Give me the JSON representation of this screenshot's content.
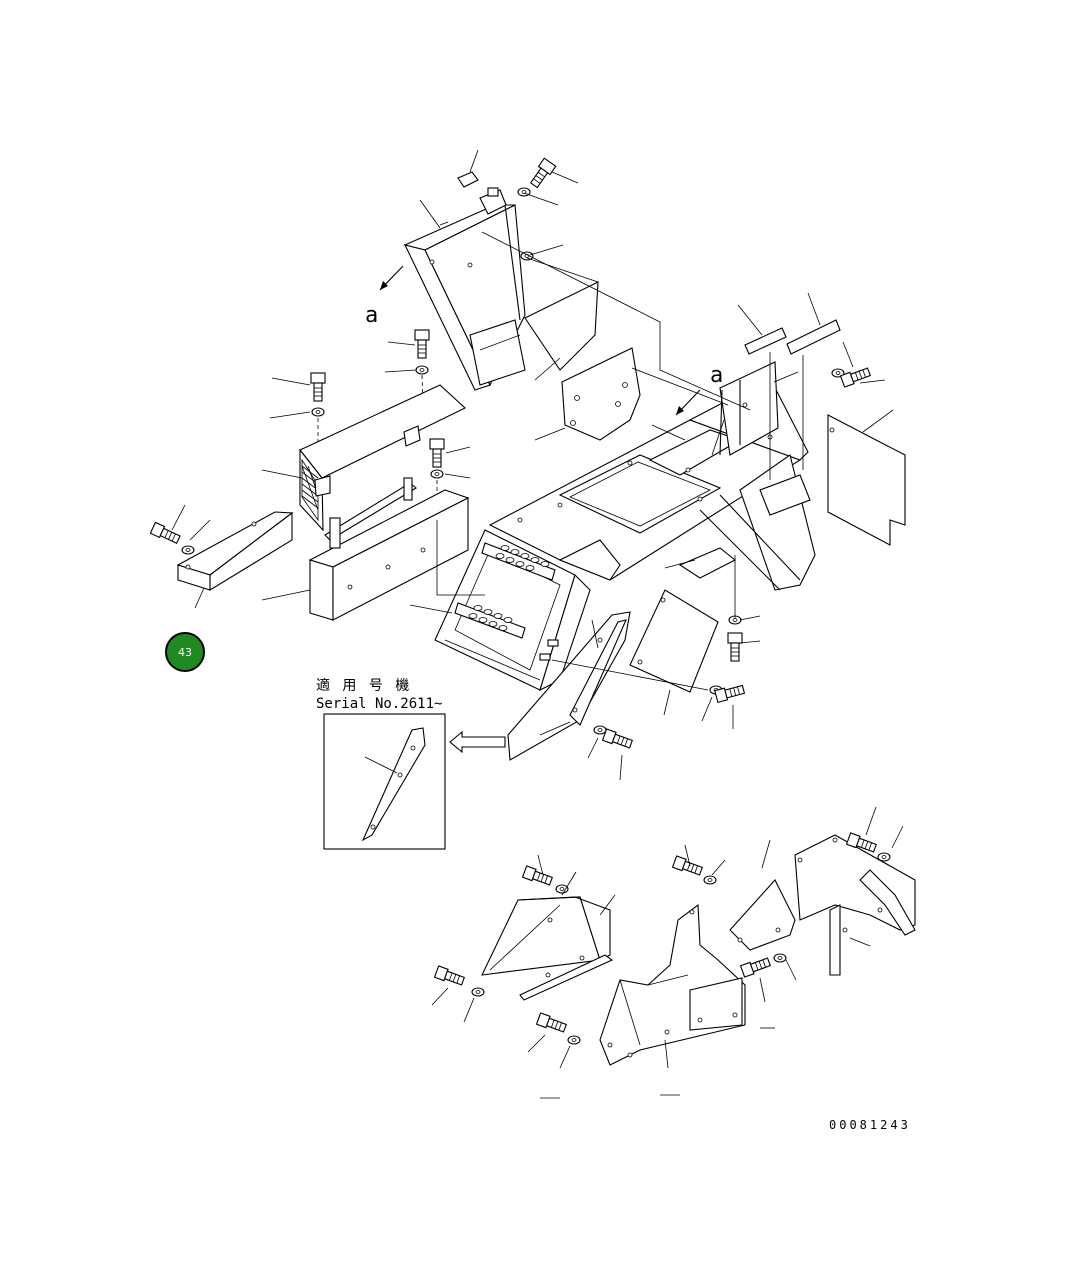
{
  "diagram": {
    "view_markers": [
      "a",
      "a"
    ],
    "inset_note": {
      "line1": "適 用 号 機",
      "line2": "Serial No.2611~"
    },
    "drawing_number": "00081243",
    "page_badge": "43",
    "colors": {
      "line": "#000000",
      "background": "#ffffff",
      "badge": "#1f8a1f",
      "badge_text": "#ffffff"
    }
  }
}
